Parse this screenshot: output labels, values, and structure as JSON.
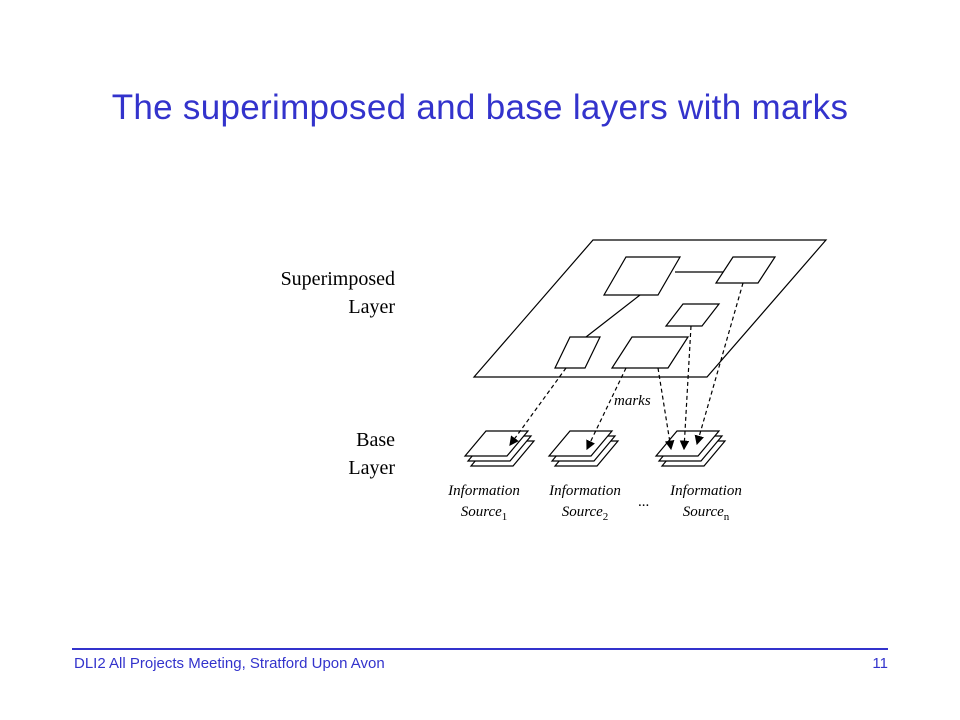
{
  "slide": {
    "title": "The superimposed and base layers with marks",
    "footer_left": "DLI2 All Projects Meeting, Stratford Upon Avon",
    "footer_right": "11"
  },
  "diagram": {
    "superimposed_label_1": "Superimposed",
    "superimposed_label_2": "Layer",
    "base_label_1": "Base",
    "base_label_2": "Layer",
    "marks_label": "marks",
    "ellipsis": "...",
    "sources": [
      {
        "line1": "Information",
        "line2": "Source",
        "subscript": "1"
      },
      {
        "line1": "Information",
        "line2": "Source",
        "subscript": "2"
      },
      {
        "line1": "Information",
        "line2": "Source",
        "subscript": "n"
      }
    ]
  },
  "colors": {
    "title": "#3333cc",
    "footer": "#3333cc",
    "lines": "#000000"
  }
}
